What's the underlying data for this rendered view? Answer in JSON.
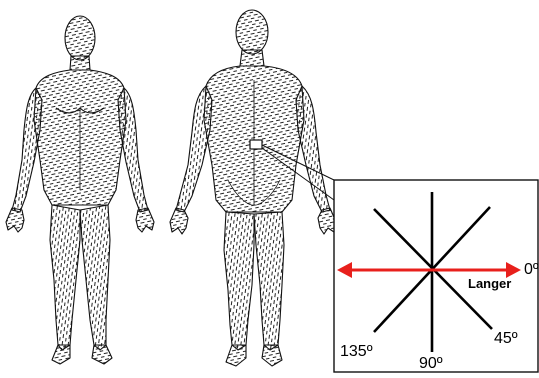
{
  "labels": {
    "angle_0": "0º",
    "angle_45": "45º",
    "angle_90": "90º",
    "angle_135": "135º",
    "langer": "Langer"
  },
  "colors": {
    "outline": "#111111",
    "stroke_marks": "#222222",
    "arrow": "#e8201c",
    "background": "#ffffff"
  },
  "figures": [
    "front-view-body",
    "back-view-body"
  ]
}
